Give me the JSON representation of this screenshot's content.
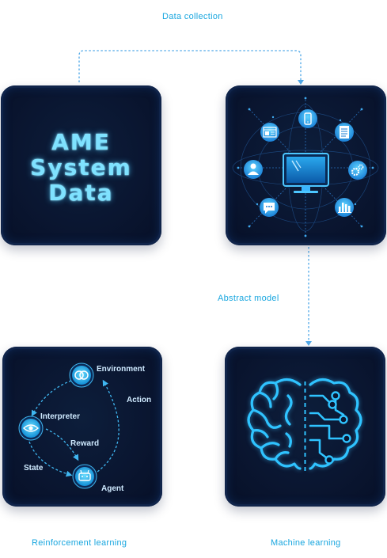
{
  "labels": {
    "data_collection": "Data collection",
    "abstract_model": "Abstract model",
    "reinforcement_learning": "Reinforcement learning",
    "machine_learning": "Machine learning"
  },
  "ame_tile": {
    "line1": "AME",
    "line2": "System",
    "line3": "Data"
  },
  "data_tile": {
    "icons": [
      "monitor-icon",
      "phone-icon",
      "document-icon",
      "gear-icon",
      "bar-chart-icon",
      "chat-icon",
      "user-icon",
      "browser-window-icon"
    ]
  },
  "rl_tile": {
    "environment": "Environment",
    "action": "Action",
    "interpreter": "Interpreter",
    "reward": "Reward",
    "state": "State",
    "agent": "Agent"
  },
  "ml_tile": {
    "icon": "brain-circuit-icon"
  },
  "colors": {
    "accent": "#18a6df",
    "tile_bg": "#0a1631",
    "glow": "#3fc4ff"
  }
}
